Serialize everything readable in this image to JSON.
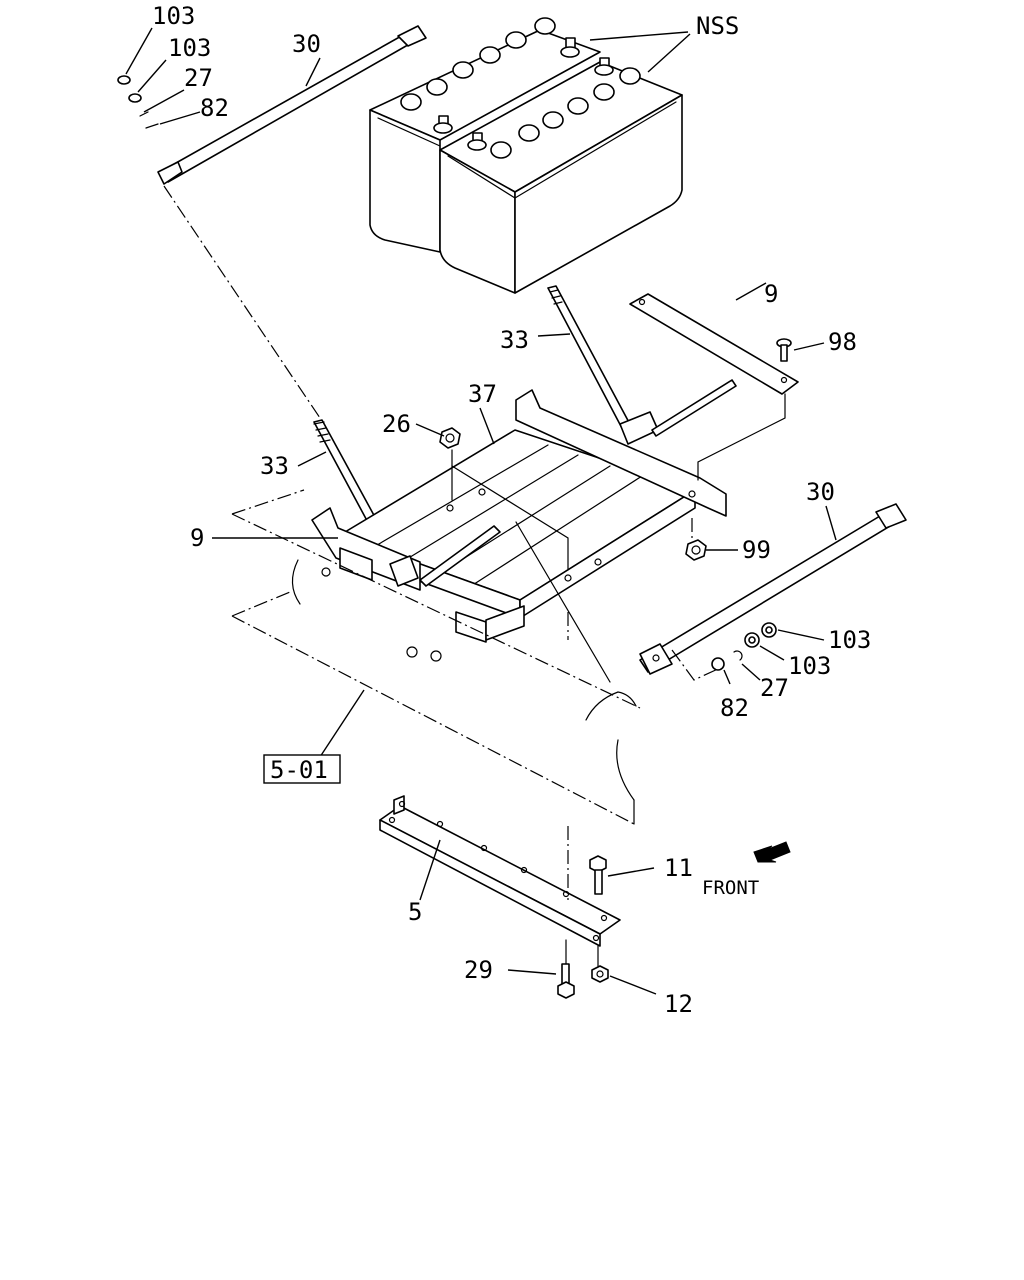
{
  "diagram": {
    "callouts": {
      "nss": "NSS",
      "strap_left": "30",
      "strap_right": "30",
      "nut_tl_1": "103",
      "nut_tl_2": "103",
      "washer_tl": "27",
      "pin_tl": "82",
      "rod_left": "33",
      "rod_right": "33",
      "bracket_top_right": "9",
      "bracket_left": "9",
      "screw_98": "98",
      "tray": "37",
      "nut_26": "26",
      "nut_99": "99",
      "nut_r_1": "103",
      "nut_r_2": "103",
      "washer_r": "27",
      "pin_r": "82",
      "frame_ref": "5-01",
      "bolt_11": "11",
      "bracket_bottom": "5",
      "bolt_29": "29",
      "nut_12": "12"
    },
    "front_label": "FRONT"
  }
}
